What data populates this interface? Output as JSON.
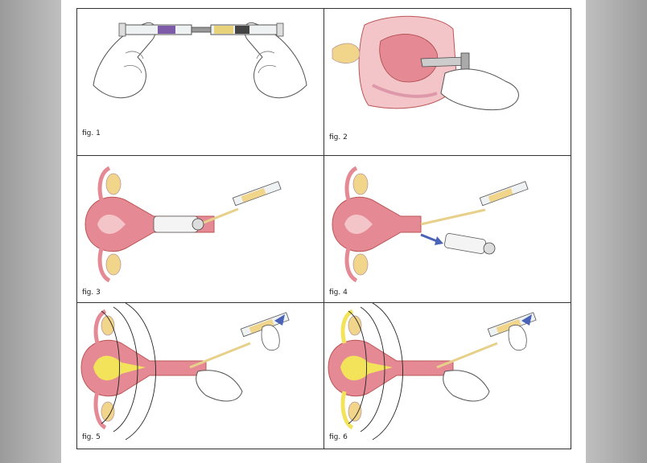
{
  "figures": [
    {
      "caption": "fig. 1"
    },
    {
      "caption": "fig. 2"
    },
    {
      "caption": "fig. 3"
    },
    {
      "caption": "fig. 4"
    },
    {
      "caption": "fig. 5"
    },
    {
      "caption": "fig. 6"
    }
  ],
  "colors": {
    "tissue": "#e58a95",
    "tissue_light": "#f4c5c8",
    "ovary": "#f1d58a",
    "foam": "#f3e35a",
    "glove": "#ffffff",
    "arrow": "#4a63b8",
    "ring": "#222222"
  }
}
